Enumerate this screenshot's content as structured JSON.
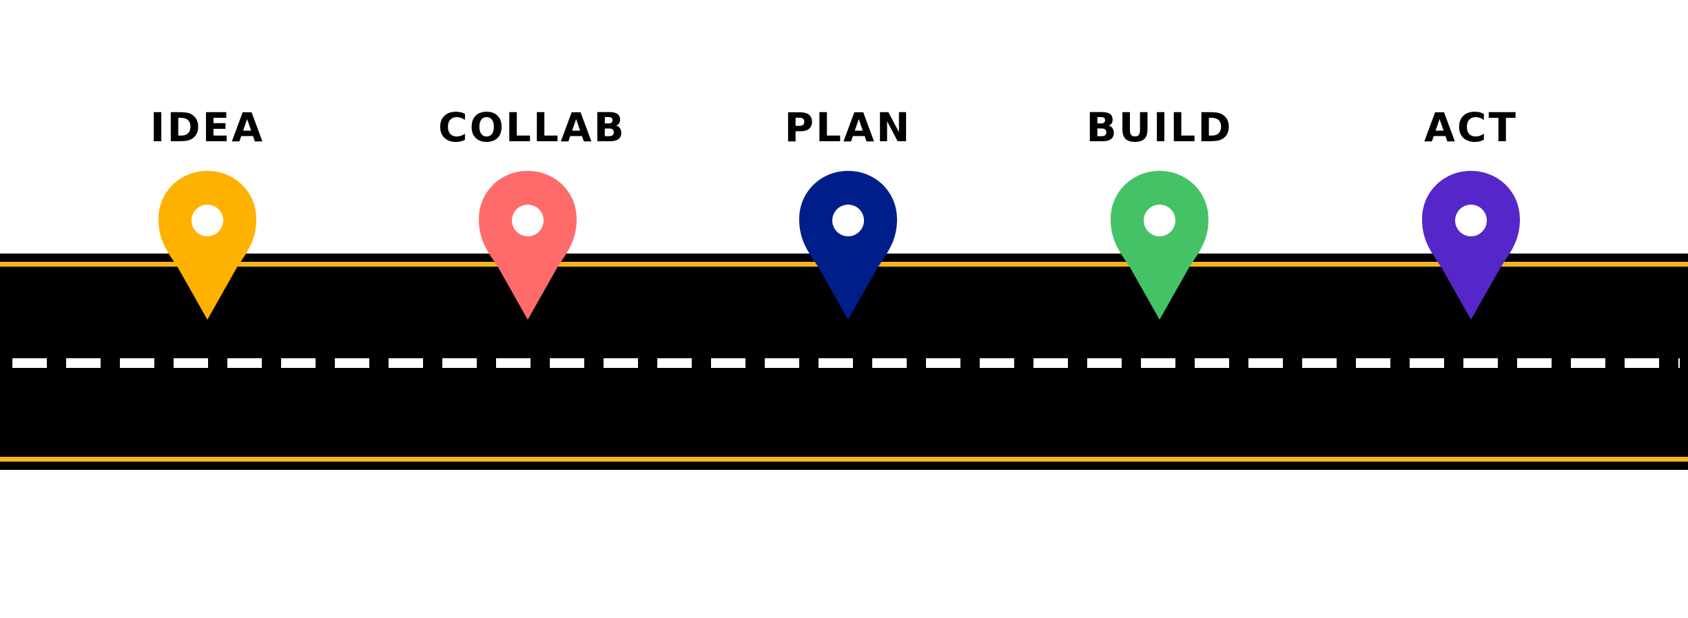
{
  "road": {
    "surface_color": "#000000",
    "edge_line_color": "#F2B51B",
    "center_line_color": "#FFFFFF"
  },
  "milestones": [
    {
      "label": "IDEA",
      "color": "#FFB100",
      "icon": "map-pin-icon"
    },
    {
      "label": "COLLAB",
      "color": "#FF6B6B",
      "icon": "map-pin-icon"
    },
    {
      "label": "PLAN",
      "color": "#001E8A",
      "icon": "map-pin-icon"
    },
    {
      "label": "BUILD",
      "color": "#45C266",
      "icon": "map-pin-icon"
    },
    {
      "label": "ACT",
      "color": "#5526C8",
      "icon": "map-pin-icon"
    }
  ]
}
